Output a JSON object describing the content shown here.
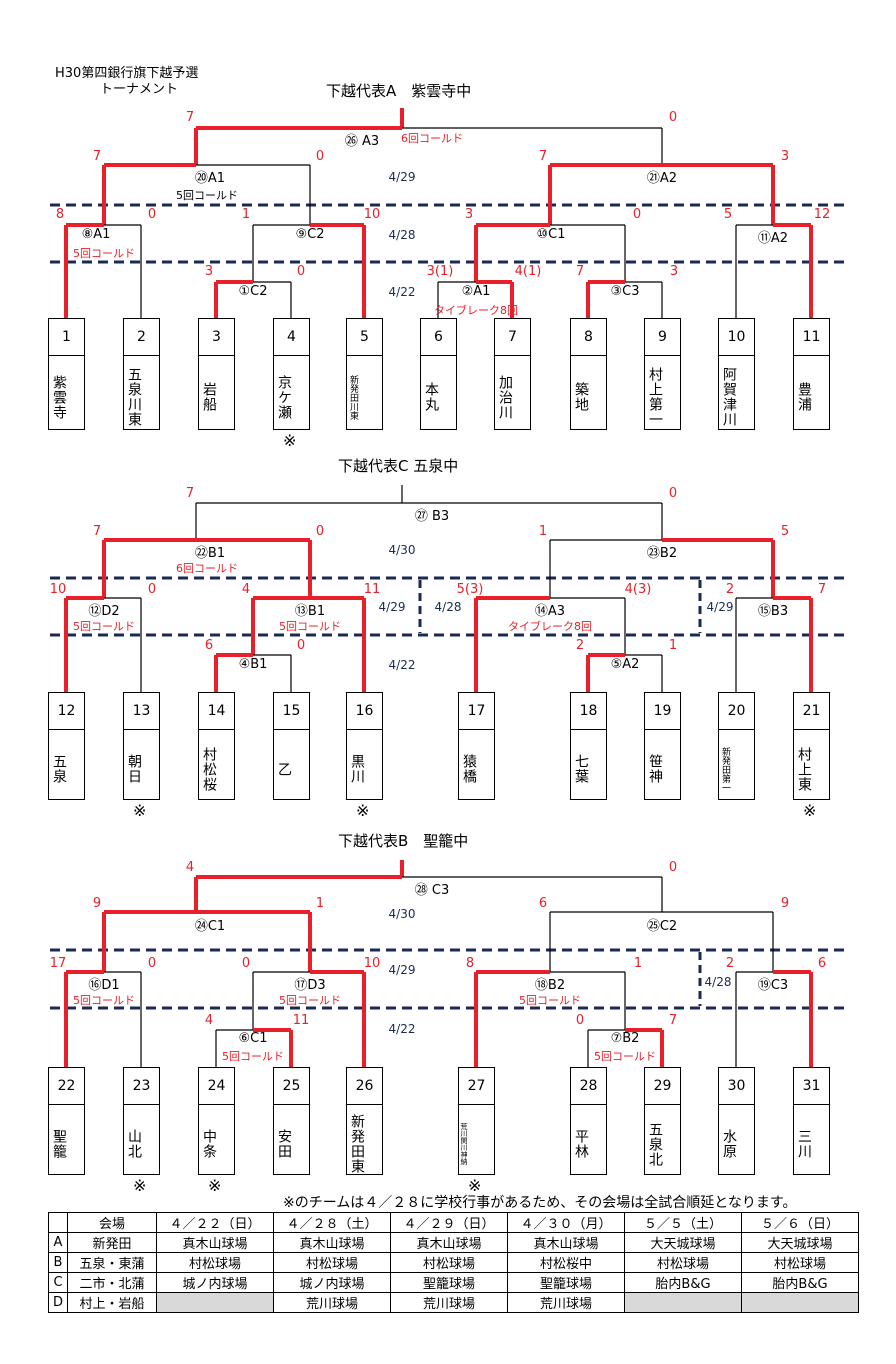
{
  "header": {
    "title1": "H30第四銀行旗下越予選",
    "title2": "トーナメント"
  },
  "sections": [
    {
      "title": "下越代表A　紫雲寺中",
      "teams": [
        {
          "n": "1",
          "name": "紫雲寺"
        },
        {
          "n": "2",
          "name": "五泉川東"
        },
        {
          "n": "3",
          "name": "岩船"
        },
        {
          "n": "4",
          "name": "京ケ瀬",
          "mark": "※"
        },
        {
          "n": "5",
          "name": "新発田川東",
          "size": "small"
        },
        {
          "n": "6",
          "name": "本丸"
        },
        {
          "n": "7",
          "name": "加治川"
        },
        {
          "n": "8",
          "name": "築地"
        },
        {
          "n": "9",
          "name": "村上第一"
        },
        {
          "n": "10",
          "name": "阿賀津川"
        },
        {
          "n": "11",
          "name": "豊浦"
        }
      ],
      "matches": [
        {
          "label": "㉖ A3",
          "note": "6回コールド",
          "s": [
            "7",
            "0"
          ]
        },
        {
          "label": "⑳A1",
          "note": "5回コールド",
          "s": [
            "7",
            "0"
          ]
        },
        {
          "label": "㉑A2",
          "s": [
            "7",
            "3"
          ]
        },
        {
          "label": "⑧A1",
          "note": "5回コールド",
          "s": [
            "8",
            "0"
          ]
        },
        {
          "label": "⑨C2",
          "s": [
            "1",
            "10"
          ]
        },
        {
          "label": "⑩C1",
          "s": [
            "3",
            "0"
          ]
        },
        {
          "label": "⑪A2",
          "s": [
            "5",
            "12"
          ]
        },
        {
          "label": "①C2",
          "s": [
            "3",
            "0"
          ]
        },
        {
          "label": "②A1",
          "note": "タイブレーク8回",
          "s": [
            "3(1)",
            "4(1)"
          ]
        },
        {
          "label": "③C3",
          "s": [
            "7",
            "3"
          ]
        }
      ],
      "dates": [
        "4/29",
        "4/28",
        "4/22"
      ]
    },
    {
      "title": "下越代表C 五泉中",
      "teams": [
        {
          "n": "12",
          "name": "五泉"
        },
        {
          "n": "13",
          "name": "朝日",
          "mark": "※"
        },
        {
          "n": "14",
          "name": "村松桜"
        },
        {
          "n": "15",
          "name": "乙"
        },
        {
          "n": "16",
          "name": "黒川",
          "mark": "※"
        },
        {
          "n": "17",
          "name": "猿橋"
        },
        {
          "n": "18",
          "name": "七葉"
        },
        {
          "n": "19",
          "name": "笹神"
        },
        {
          "n": "20",
          "name": "新発田第一",
          "size": "small"
        },
        {
          "n": "21",
          "name": "村上東",
          "mark": "※"
        }
      ],
      "matches": [
        {
          "label": "㉗ B3",
          "s": [
            "7",
            "0"
          ]
        },
        {
          "label": "㉒B1",
          "note": "6回コールド",
          "s": [
            "7",
            "0"
          ]
        },
        {
          "label": "㉓B2",
          "s": [
            "1",
            "5"
          ]
        },
        {
          "label": "⑫D2",
          "note": "5回コールド",
          "s": [
            "10",
            "0"
          ]
        },
        {
          "label": "⑬B1",
          "note": "5回コールド",
          "s": [
            "4",
            "11"
          ]
        },
        {
          "label": "⑭A3",
          "note": "タイブレーク8回",
          "s": [
            "5(3)",
            "4(3)"
          ]
        },
        {
          "label": "⑮B3",
          "s": [
            "2",
            "7"
          ]
        },
        {
          "label": "④B1",
          "s": [
            "6",
            "0"
          ]
        },
        {
          "label": "⑤A2",
          "s": [
            "2",
            "1"
          ]
        }
      ],
      "dates": [
        "4/30",
        "4/29",
        "4/28",
        "4/29",
        "4/22"
      ]
    },
    {
      "title": "下越代表B　聖籠中",
      "teams": [
        {
          "n": "22",
          "name": "聖籠"
        },
        {
          "n": "23",
          "name": "山北",
          "mark": "※"
        },
        {
          "n": "24",
          "name": "中条",
          "mark": "※"
        },
        {
          "n": "25",
          "name": "安田"
        },
        {
          "n": "26",
          "name": "新発田東"
        },
        {
          "n": "27",
          "name": "荒川関川神納",
          "size": "tiny",
          "mark": "※"
        },
        {
          "n": "28",
          "name": "平林"
        },
        {
          "n": "29",
          "name": "五泉北"
        },
        {
          "n": "30",
          "name": "水原"
        },
        {
          "n": "31",
          "name": "三川"
        }
      ],
      "matches": [
        {
          "label": "㉘ C3",
          "s": [
            "4",
            "0"
          ]
        },
        {
          "label": "㉔C1",
          "s": [
            "9",
            "1"
          ]
        },
        {
          "label": "㉕C2",
          "s": [
            "6",
            "9"
          ]
        },
        {
          "label": "⑯D1",
          "note": "5回コールド",
          "s": [
            "17",
            "0"
          ]
        },
        {
          "label": "⑰D3",
          "note": "5回コールド",
          "s": [
            "0",
            "10"
          ]
        },
        {
          "label": "⑱B2",
          "note": "5回コールド",
          "s": [
            "8",
            "1"
          ]
        },
        {
          "label": "⑲C3",
          "s": [
            "2",
            "6"
          ]
        },
        {
          "label": "⑥C1",
          "note": "5回コールド",
          "s": [
            "4",
            "11"
          ]
        },
        {
          "label": "⑦B2",
          "note": "5回コールド",
          "s": [
            "0",
            "7"
          ]
        }
      ],
      "dates": [
        "4/30",
        "4/29",
        "4/28",
        "4/22"
      ]
    }
  ],
  "footnote": "※のチームは４／２８に学校行事があるため、その会場は全試合順延となります。",
  "schedule": {
    "headers": [
      "",
      "会場",
      "４／２２（日）",
      "４／２８（土）",
      "４／２９（日）",
      "４／３０（月）",
      "５／５（土）",
      "５／６（日）"
    ],
    "rows": [
      [
        "A",
        "新発田",
        "真木山球場",
        "真木山球場",
        "真木山球場",
        "真木山球場",
        "大天城球場",
        "大天城球場"
      ],
      [
        "B",
        "五泉・東蒲",
        "村松球場",
        "村松球場",
        "村松球場",
        "村松桜中",
        "村松球場",
        "村松球場"
      ],
      [
        "C",
        "二市・北蒲",
        "城ノ内球場",
        "城ノ内球場",
        "聖籠球場",
        "聖籠球場",
        "胎内B&G",
        "胎内B&G"
      ],
      [
        "D",
        "村上・岩船",
        "",
        "荒川球場",
        "荒川球場",
        "荒川球場",
        "",
        ""
      ]
    ]
  },
  "colors": {
    "win": "#e8202a",
    "line": "#000000",
    "dash": "#1b2a55"
  }
}
